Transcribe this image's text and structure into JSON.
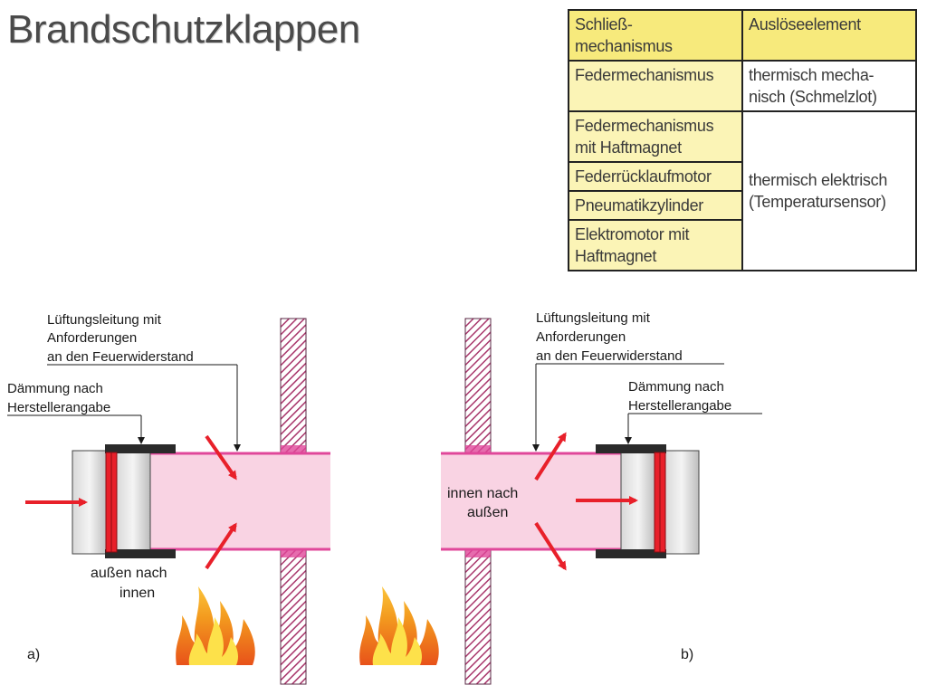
{
  "title": "Brandschutzklappen",
  "table": {
    "header": [
      "Schließ-\nmechanismus",
      "Auslöseelement"
    ],
    "rows": [
      {
        "mechanism": "Federmechanismus",
        "trigger": "thermisch mecha-\nnisch (Schmelzlot)"
      },
      {
        "mechanism": "Federmechanismus\nmit Haftmagnet",
        "trigger": "thermisch elektrisch\n(Temperatursensor)"
      },
      {
        "mechanism": "Federrücklaufmotor"
      },
      {
        "mechanism": "Pneumatikzylinder"
      },
      {
        "mechanism": "Elektromotor mit\nHaftmagnet"
      }
    ]
  },
  "diagram_a": {
    "duct_label": [
      "Lüftungsleitung mit",
      "Anforderungen",
      "an den Feuerwiderstand"
    ],
    "insulation_label": [
      "Dämmung nach",
      "Herstellerangabe"
    ],
    "direction_label": [
      "außen nach",
      "innen"
    ],
    "caption": "a)"
  },
  "diagram_b": {
    "duct_label": [
      "Lüftungsleitung mit",
      "Anforderungen",
      "an den Feuerwiderstand"
    ],
    "insulation_label": [
      "Dämmung nach",
      "Herstellerangabe"
    ],
    "direction_label": [
      "innen nach",
      "außen"
    ],
    "caption": "b)"
  },
  "colors": {
    "duct_fill": "#f9d3e3",
    "duct_stroke": "#e0479a",
    "arrow": "#e8202a",
    "wall_hatch": "#a8366b",
    "flame_outer": "#f39a1e",
    "flame_inner": "#fde14a"
  }
}
